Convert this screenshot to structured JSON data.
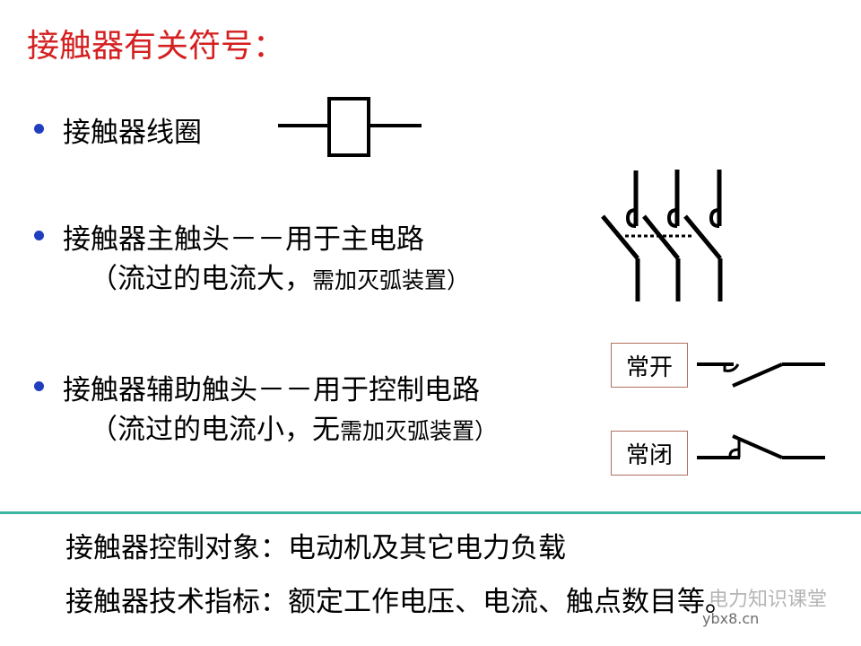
{
  "title": "接触器有关符号：",
  "items": [
    {
      "label": "接触器线圈"
    },
    {
      "label": "接触器主触头－－用于主电路",
      "note_large": "（流过的电流大，",
      "note_small": "需加灭弧装置）"
    },
    {
      "label": "接触器辅助触头－－用于控制电路",
      "note_large": "（流过的电流小，无",
      "note_small": "需加灭弧装置）"
    }
  ],
  "symbols": {
    "normally_open": "常开",
    "normally_closed": "常闭"
  },
  "footer": {
    "line1": "接触器控制对象：电动机及其它电力负载",
    "line2": "接触器技术指标：额定工作电压、电流、触点数目等。"
  },
  "watermark": {
    "name": "电力知识课堂",
    "site": "ybx8.cn"
  },
  "colors": {
    "title": "#d42020",
    "bullet": "#1f3fbf",
    "divider": "#3cb4a0"
  }
}
